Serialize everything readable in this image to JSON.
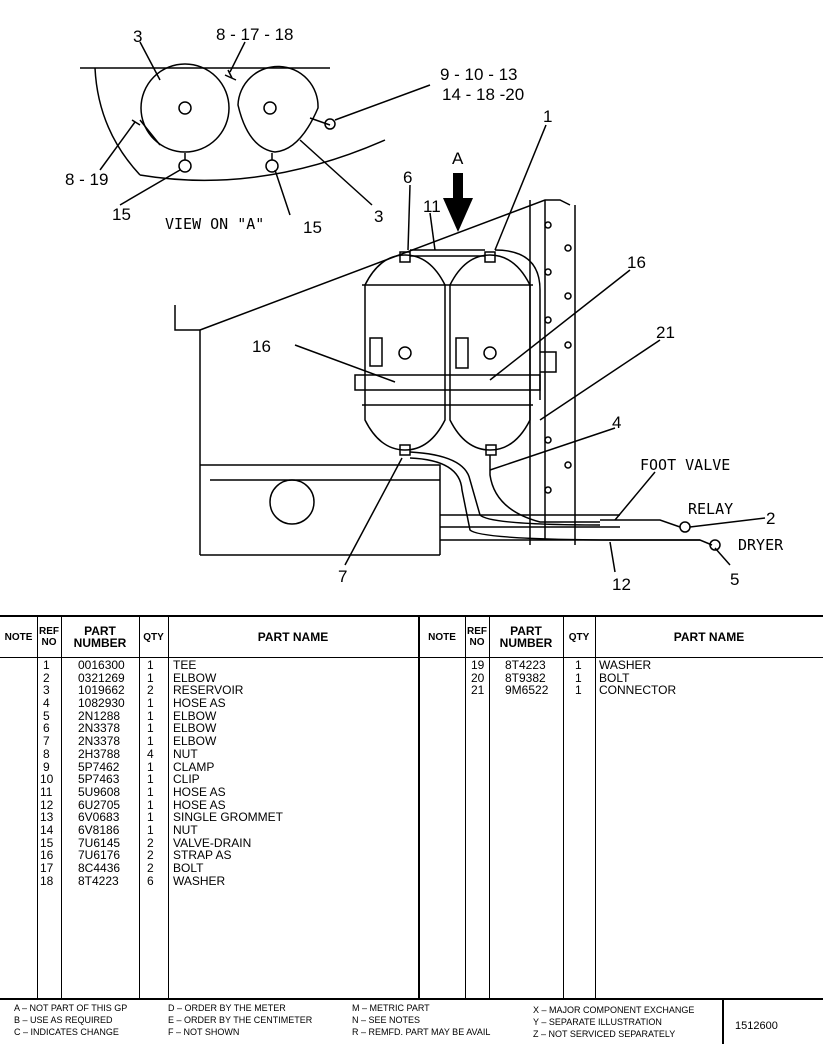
{
  "illustration": {
    "callouts": {
      "c3_top": "3",
      "c8_17_18": "8 - 17 - 18",
      "c9_10_13": "9 - 10 - 13",
      "c14_18_20": "14 - 18 -20",
      "c1": "1",
      "c8_19": "8 - 19",
      "c15_left": "15",
      "c15_right": "15",
      "c3_right": "3",
      "view_label": "VIEW ON \"A\"",
      "arrow_label": "A",
      "c6": "6",
      "c11": "11",
      "c16_right": "16",
      "c16_left": "16",
      "c21": "21",
      "c4": "4",
      "foot_valve": "FOOT VALVE",
      "relay": "RELAY",
      "c2": "2",
      "dryer": "DRYER",
      "c5": "5",
      "c7": "7",
      "c12": "12"
    }
  },
  "table": {
    "headers": {
      "note": "NOTE",
      "ref_no_1": "REF",
      "ref_no_2": "NO",
      "part_number_1": "PART",
      "part_number_2": "NUMBER",
      "qty": "QTY",
      "part_name": "PART NAME"
    },
    "left_rows": [
      {
        "ref": "1",
        "part": "0016300",
        "qty": "1",
        "name": "TEE"
      },
      {
        "ref": "2",
        "part": "0321269",
        "qty": "1",
        "name": "ELBOW"
      },
      {
        "ref": "3",
        "part": "1019662",
        "qty": "2",
        "name": "RESERVOIR"
      },
      {
        "ref": "4",
        "part": "1082930",
        "qty": "1",
        "name": "HOSE AS"
      },
      {
        "ref": "5",
        "part": "2N1288",
        "qty": "1",
        "name": "ELBOW"
      },
      {
        "ref": "6",
        "part": "2N3378",
        "qty": "1",
        "name": "ELBOW"
      },
      {
        "ref": "7",
        "part": "2N3378",
        "qty": "1",
        "name": "ELBOW"
      },
      {
        "ref": "8",
        "part": "2H3788",
        "qty": "4",
        "name": "NUT"
      },
      {
        "ref": "9",
        "part": "5P7462",
        "qty": "1",
        "name": "CLAMP"
      },
      {
        "ref": "10",
        "part": "5P7463",
        "qty": "1",
        "name": "CLIP"
      },
      {
        "ref": "11",
        "part": "5U9608",
        "qty": "1",
        "name": "HOSE AS"
      },
      {
        "ref": "12",
        "part": "6U2705",
        "qty": "1",
        "name": "HOSE AS"
      },
      {
        "ref": "13",
        "part": "6V0683",
        "qty": "1",
        "name": "SINGLE GROMMET"
      },
      {
        "ref": "14",
        "part": "6V8186",
        "qty": "1",
        "name": "NUT"
      },
      {
        "ref": "15",
        "part": "7U6145",
        "qty": "2",
        "name": "VALVE-DRAIN"
      },
      {
        "ref": "16",
        "part": "7U6176",
        "qty": "2",
        "name": "STRAP AS"
      },
      {
        "ref": "17",
        "part": "8C4436",
        "qty": "2",
        "name": "BOLT"
      },
      {
        "ref": "18",
        "part": "8T4223",
        "qty": "6",
        "name": "WASHER"
      }
    ],
    "right_rows": [
      {
        "ref": "19",
        "part": "8T4223",
        "qty": "1",
        "name": "WASHER"
      },
      {
        "ref": "20",
        "part": "8T9382",
        "qty": "1",
        "name": "BOLT"
      },
      {
        "ref": "21",
        "part": "9M6522",
        "qty": "1",
        "name": "CONNECTOR"
      }
    ]
  },
  "footer": {
    "notes": [
      "A – NOT PART OF THIS GP",
      "B – USE AS REQUIRED",
      "C – INDICATES CHANGE",
      "D – ORDER BY THE METER",
      "E – ORDER BY THE CENTIMETER",
      "F – NOT SHOWN",
      "M – METRIC PART",
      "N – SEE NOTES",
      "R – REMFD. PART MAY BE AVAIL",
      "X – MAJOR COMPONENT EXCHANGE",
      "Y – SEPARATE ILLUSTRATION",
      "Z – NOT SERVICED SEPARATELY"
    ],
    "drawing_number": "1512600"
  }
}
